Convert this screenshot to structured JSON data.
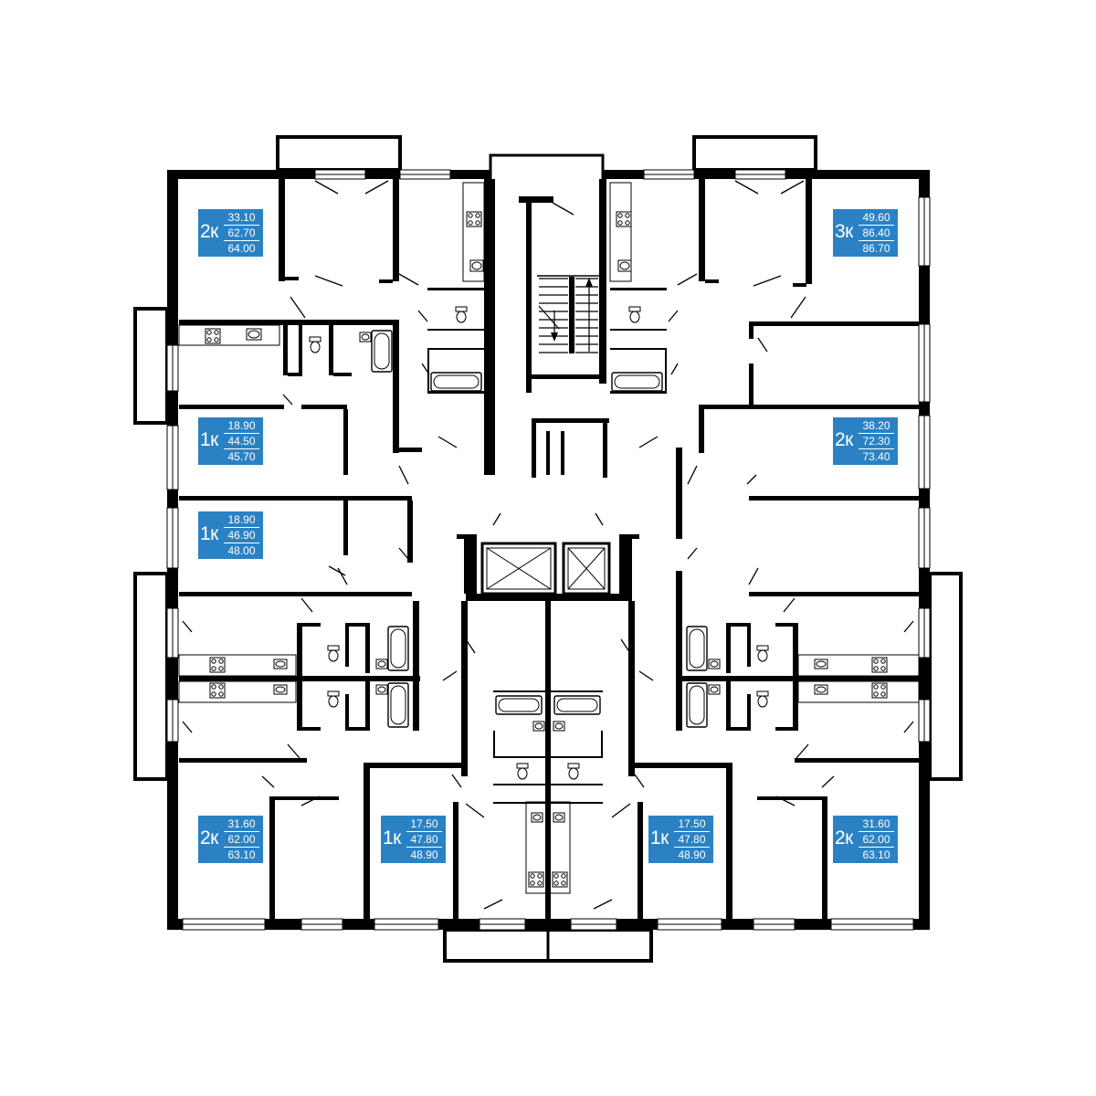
{
  "plan": {
    "colors": {
      "wall": "#000000",
      "background": "#ffffff",
      "label_bg": "#2a82c4",
      "label_text": "#ffffff"
    },
    "apartments": [
      {
        "rooms": "2к",
        "areas": [
          "33.10",
          "62.70",
          "64.00"
        ]
      },
      {
        "rooms": "3к",
        "areas": [
          "49.60",
          "86.40",
          "86.70"
        ]
      },
      {
        "rooms": "1к",
        "areas": [
          "18.90",
          "44.50",
          "45.70"
        ]
      },
      {
        "rooms": "1к",
        "areas": [
          "18.90",
          "46.90",
          "48.00"
        ]
      },
      {
        "rooms": "2к",
        "areas": [
          "38.20",
          "72.30",
          "73.40"
        ]
      },
      {
        "rooms": "2к",
        "areas": [
          "31.60",
          "62.00",
          "63.10"
        ]
      },
      {
        "rooms": "1к",
        "areas": [
          "17.50",
          "47.80",
          "48.90"
        ]
      },
      {
        "rooms": "1к",
        "areas": [
          "17.50",
          "47.80",
          "48.90"
        ]
      },
      {
        "rooms": "2к",
        "areas": [
          "31.60",
          "62.00",
          "63.10"
        ]
      }
    ]
  }
}
